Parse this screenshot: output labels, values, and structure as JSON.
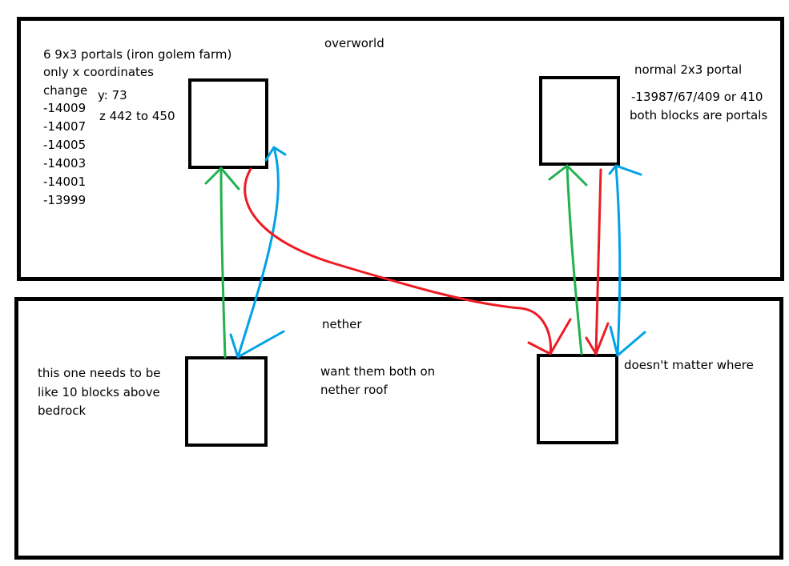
{
  "regions": {
    "overworld": "overworld",
    "nether": "nether"
  },
  "overworld_left": {
    "heading": "6  9x3 portals (iron golem farm)",
    "subheading": "only x coordinates",
    "change": "change",
    "x_coords": [
      "-14009",
      "-14007",
      "-14005",
      "-14003",
      "-14001",
      "-13999"
    ],
    "y": "y: 73",
    "z": "z 442 to 450"
  },
  "overworld_right": {
    "heading": "normal 2x3 portal",
    "coords": "-13987/67/409 or 410",
    "note": "both blocks are portals"
  },
  "nether_left": {
    "lines": [
      "this one needs to be",
      "like 10 blocks above",
      "bedrock"
    ]
  },
  "nether_middle": {
    "lines": [
      "want them both on",
      "nether roof"
    ]
  },
  "nether_right": {
    "note": "doesn't matter where"
  },
  "colors": {
    "green": "#22b14c",
    "red": "#ed1c24",
    "blue": "#00a2e8",
    "outline": "#000000"
  }
}
